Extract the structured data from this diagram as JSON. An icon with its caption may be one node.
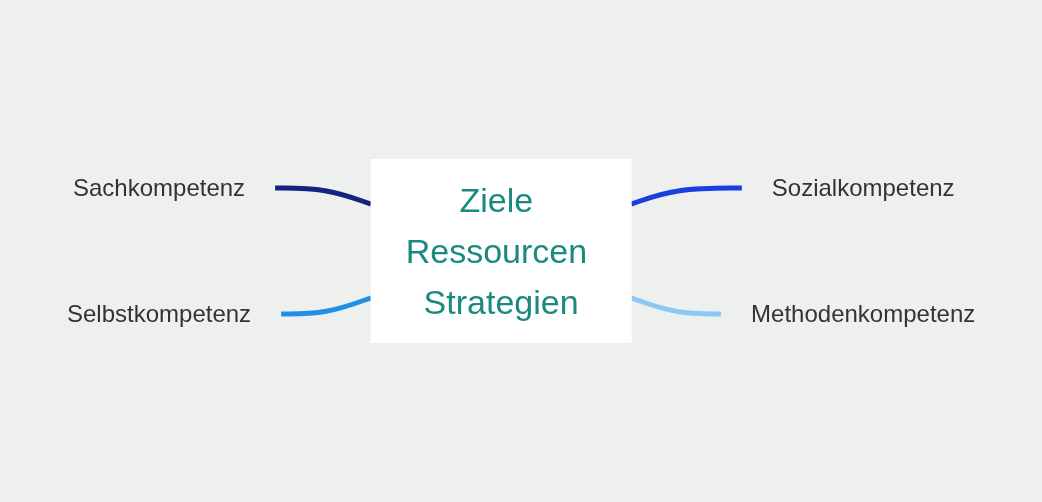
{
  "diagram": {
    "nodes": [
      {
        "text": [
          "Sachkompetenz"
        ]
      },
      {
        "text": [
          "Sozialkompetenz"
        ]
      },
      {
        "text": [
          "Ziele Ressourcen Strategien"
        ]
      },
      {
        "text": [
          "Selbstkompetenz"
        ]
      },
      {
        "text": [
          "Methodenkompetenz"
        ]
      }
    ],
    "edges": [
      {
        "from": 2,
        "to": 0,
        "arrow": "none",
        "color": "#13237f"
      },
      {
        "from": 2,
        "to": 1,
        "arrow": "none",
        "color": "#1a3fe0"
      },
      {
        "from": 2,
        "to": 3,
        "arrow": "none",
        "color": "#1e90e8"
      },
      {
        "from": 2,
        "to": 4,
        "arrow": "none",
        "color": "#8cc8f5"
      }
    ]
  }
}
